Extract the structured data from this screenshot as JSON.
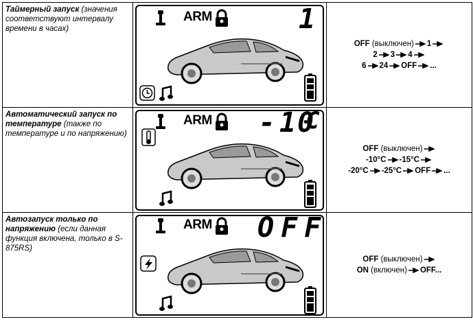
{
  "rows": [
    {
      "title": "Таймерный запуск",
      "desc": " (значения соответствуют интервалу времени в часах)",
      "lcd": {
        "arm": "ARM",
        "readout": "1",
        "dash": "",
        "mode_icon": "clock-icon"
      },
      "values": [
        [
          {
            "b": "OFF"
          },
          {
            "n": " (выключен)"
          },
          {
            "a": true
          },
          {
            "b": "1"
          },
          {
            "a": true
          }
        ],
        [
          {
            "b": "2"
          },
          {
            "a": true
          },
          {
            "b": "3"
          },
          {
            "a": true
          },
          {
            "b": "4"
          },
          {
            "a": true
          }
        ],
        [
          {
            "b": "6"
          },
          {
            "a": true
          },
          {
            "b": "24"
          },
          {
            "a": true
          },
          {
            "b": "OFF"
          },
          {
            "a": true
          },
          {
            "b": "..."
          }
        ]
      ]
    },
    {
      "title": "Автоматический запуск по температуре",
      "desc": " (также по температуре и по напряжению)",
      "lcd": {
        "arm": "ARM",
        "readout": "10",
        "dash": "-",
        "unit": "C",
        "deg": "°",
        "mode_icon": "thermometer-icon"
      },
      "values": [
        [
          {
            "b": "OFF"
          },
          {
            "n": " (выключен)"
          },
          {
            "a": true
          }
        ],
        [
          {
            "b": "-10°C"
          },
          {
            "a": true
          },
          {
            "b": "-15°C"
          },
          {
            "a": true
          }
        ],
        [
          {
            "b": "-20°C"
          },
          {
            "a": true
          },
          {
            "b": "-25°C"
          },
          {
            "a": true
          },
          {
            "b": "OFF"
          },
          {
            "a": true
          },
          {
            "b": "..."
          }
        ]
      ]
    },
    {
      "title": "Автозапуск только по напряжению",
      "desc": " (если данная функция включена, только в S-875RS)",
      "lcd": {
        "arm": "ARM",
        "readout": "OFF",
        "dash": "",
        "mode_icon": "battery-voltage-icon"
      },
      "values": [
        [
          {
            "b": "OFF"
          },
          {
            "n": " (выключен)"
          },
          {
            "a": true
          }
        ],
        [
          {
            "b": "ON"
          },
          {
            "n": " (включен)"
          },
          {
            "a": true
          },
          {
            "b": "OFF..."
          }
        ]
      ]
    }
  ]
}
